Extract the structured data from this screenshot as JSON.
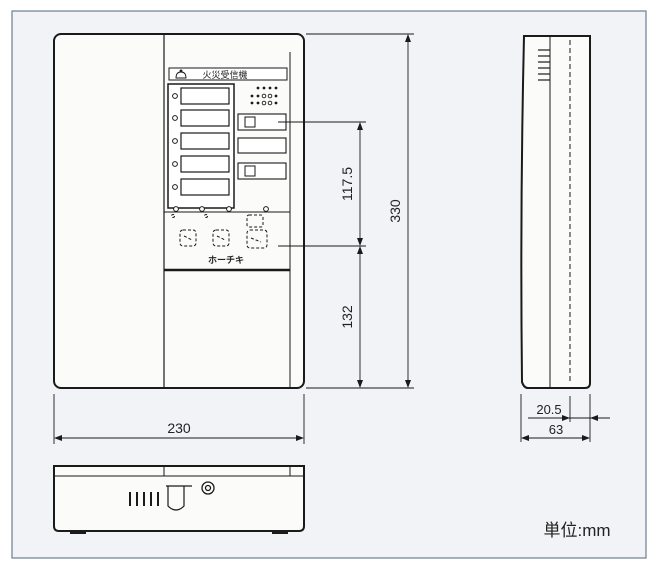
{
  "panel_label": "火災受信機",
  "brand": "ホーチキ",
  "dimensions": {
    "width_front": "230",
    "height_total": "330",
    "upper_section": "117.5",
    "lower_section": "132",
    "depth_total": "63",
    "depth_partial": "20.5"
  },
  "unit_label": "単位:mm",
  "colors": {
    "background": "#f1f3f6",
    "outline": "#1a1a1a",
    "frame": "#6d7f94",
    "body_fill": "#fbfbfa"
  },
  "icons": [
    "fire-bell-icon",
    "indicator-led-icon",
    "speaker-grille-icon",
    "screw-icon"
  ]
}
